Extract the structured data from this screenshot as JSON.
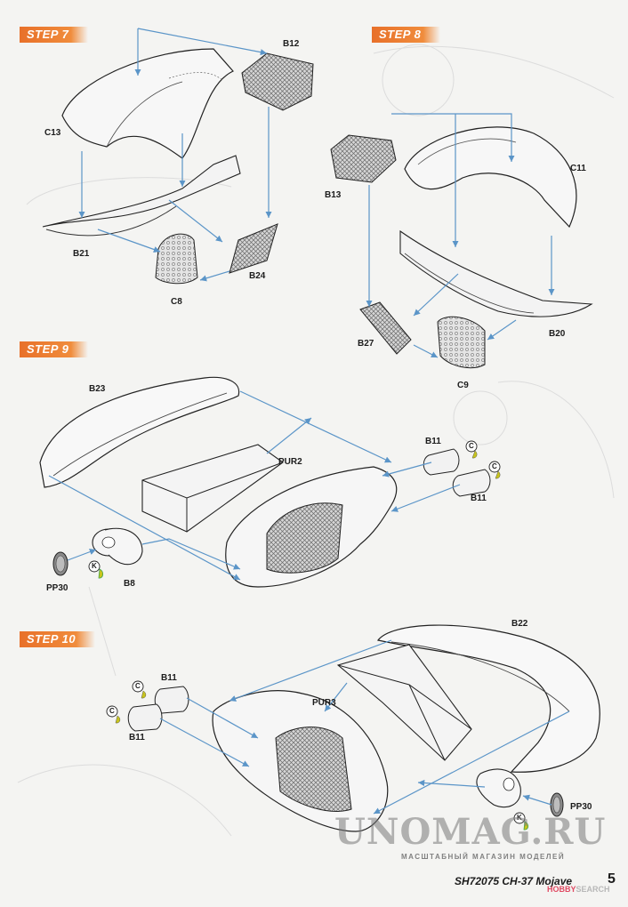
{
  "steps": [
    "STEP 7",
    "STEP 8",
    "STEP 9",
    "STEP 10"
  ],
  "step7": {
    "parts": [
      "B12",
      "C13",
      "B21",
      "B24",
      "C8"
    ]
  },
  "step8": {
    "parts": [
      "C11",
      "B13",
      "B27",
      "B20",
      "C9"
    ]
  },
  "step9": {
    "parts": [
      "B23",
      "PUR2",
      "B11",
      "B11",
      "C",
      "C",
      "PP30",
      "K",
      "B8"
    ]
  },
  "step10": {
    "parts": [
      "B22",
      "PUR3",
      "B11",
      "B11",
      "C",
      "C",
      "PP30",
      "K"
    ]
  },
  "watermark": {
    "main": "UNOMAG.RU",
    "sub": "МАСШТАБНЫЙ МАГАЗИН МОДЕЛЕЙ"
  },
  "footer": {
    "title": "SH72075 CH-37 Mojave",
    "page": "5"
  },
  "stamp": {
    "hobby": "HOBBY",
    "search": "SEARCH"
  },
  "colors": {
    "step_tag": "#e8702a",
    "arrow": "#5b95c8",
    "glue_marker": "#c8c41e",
    "k_marker": "#3fa34d"
  }
}
